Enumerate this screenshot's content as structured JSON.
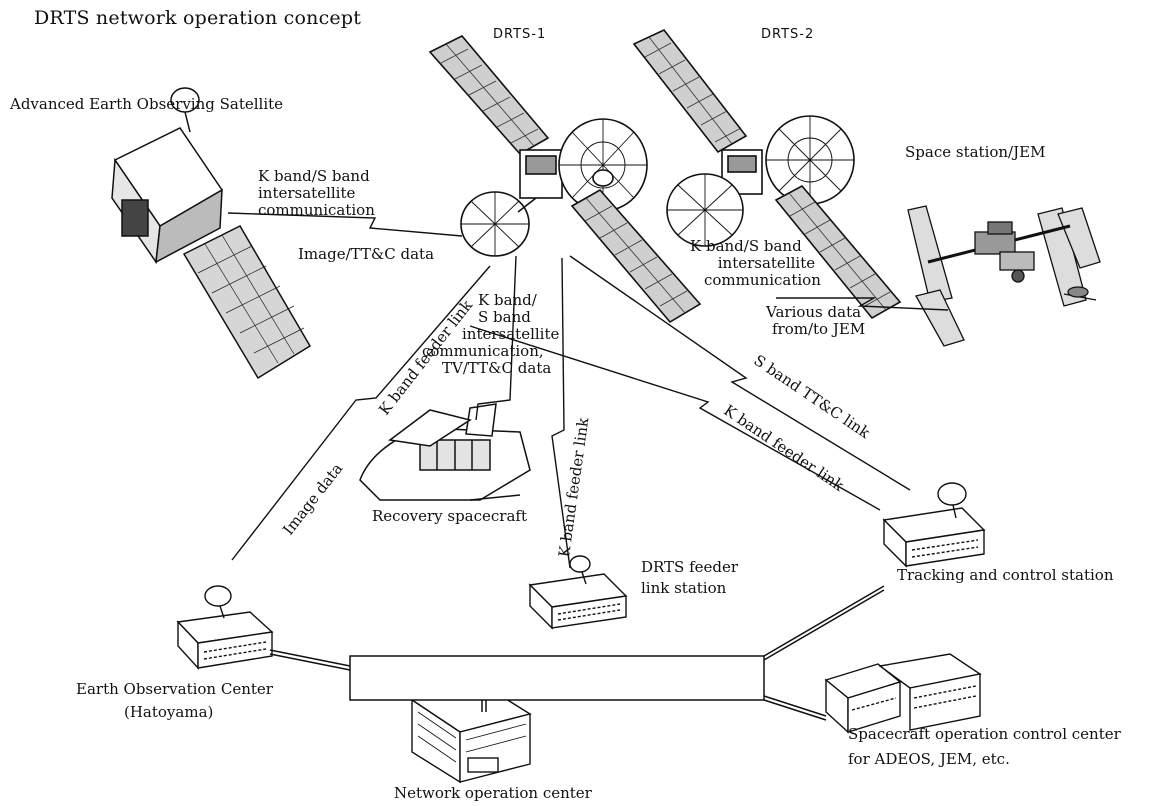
{
  "title": "DRTS network operation concept",
  "satellites": {
    "drts1": "DRTS-1",
    "drts2": "DRTS-2"
  },
  "nodes": {
    "adeos": "Advanced Earth Observing Satellite",
    "space_station": "Space station/JEM",
    "recovery": "Recovery spacecraft",
    "feeder_station": [
      "DRTS feeder",
      "link station"
    ],
    "tracking": "Tracking and control station",
    "earth_obs": [
      "Earth Observation Center",
      "(Hatoyama)"
    ],
    "network_center": "Network operation center",
    "spacecraft_ops": [
      "Spacecraft operation control center",
      "for ADEOS, JEM, etc."
    ]
  },
  "links": {
    "adeos_isl": [
      "K band/S band",
      "intersatellite",
      "communication"
    ],
    "adeos_data": "Image/TT&C data",
    "jem_isl": [
      "K band/S band",
      "intersatellite",
      "communication"
    ],
    "jem_data": [
      "Various data",
      "from/to JEM"
    ],
    "recovery_isl": [
      "K band/",
      "S band",
      "intersatellite",
      "communication,",
      "TV/TT&C data"
    ],
    "eoc_feeder": "K band feeder link",
    "image_data": "Image data",
    "drts_feeder": "K band feeder link",
    "s_band": "S band TT&C link",
    "k_band_tracking": "K band feeder link"
  }
}
